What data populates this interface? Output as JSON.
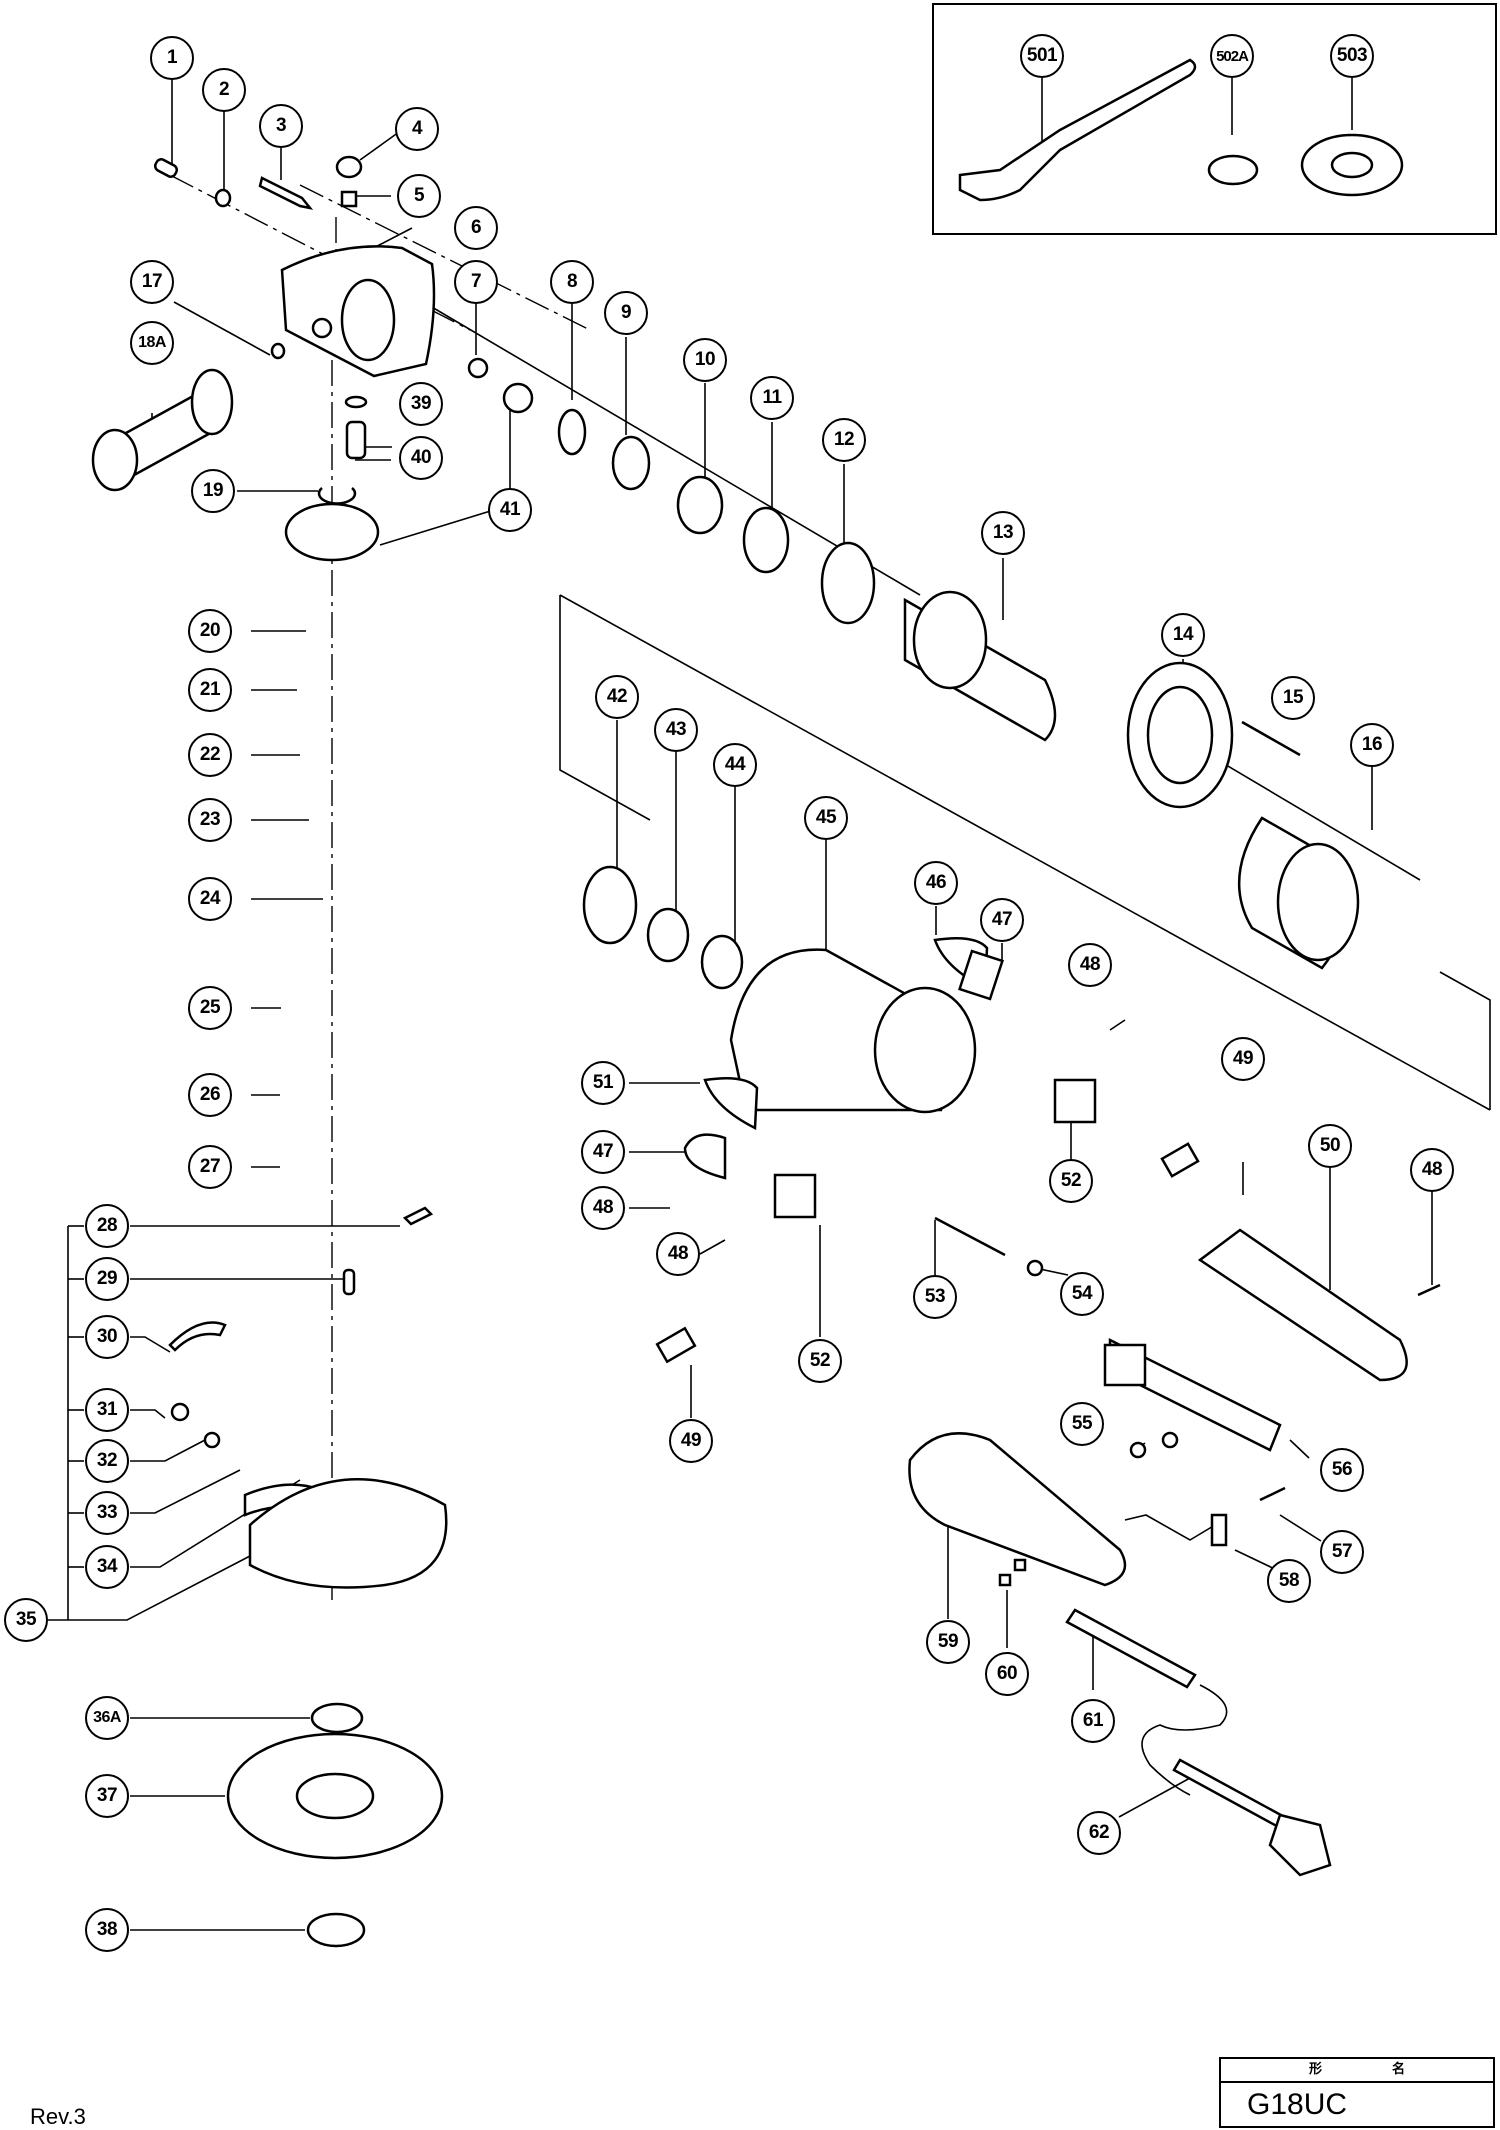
{
  "document": {
    "revision": "Rev.3",
    "model_header": [
      "形",
      "名"
    ],
    "model_name": "G18UC"
  },
  "accessories": [
    {
      "ref": "501",
      "part": "wrench"
    },
    {
      "ref": "502A",
      "part": "wheel-nut"
    },
    {
      "ref": "503",
      "part": "wheel-washer"
    }
  ],
  "callouts": [
    {
      "ref": "1"
    },
    {
      "ref": "2"
    },
    {
      "ref": "3"
    },
    {
      "ref": "4"
    },
    {
      "ref": "5"
    },
    {
      "ref": "6"
    },
    {
      "ref": "7"
    },
    {
      "ref": "8"
    },
    {
      "ref": "9"
    },
    {
      "ref": "10"
    },
    {
      "ref": "11"
    },
    {
      "ref": "12"
    },
    {
      "ref": "13"
    },
    {
      "ref": "14"
    },
    {
      "ref": "15"
    },
    {
      "ref": "16"
    },
    {
      "ref": "17"
    },
    {
      "ref": "18A"
    },
    {
      "ref": "19"
    },
    {
      "ref": "20"
    },
    {
      "ref": "21"
    },
    {
      "ref": "22"
    },
    {
      "ref": "23"
    },
    {
      "ref": "24"
    },
    {
      "ref": "25"
    },
    {
      "ref": "26"
    },
    {
      "ref": "27"
    },
    {
      "ref": "28"
    },
    {
      "ref": "29"
    },
    {
      "ref": "30"
    },
    {
      "ref": "31"
    },
    {
      "ref": "32"
    },
    {
      "ref": "33"
    },
    {
      "ref": "34"
    },
    {
      "ref": "35"
    },
    {
      "ref": "36A"
    },
    {
      "ref": "37"
    },
    {
      "ref": "38"
    },
    {
      "ref": "39"
    },
    {
      "ref": "40"
    },
    {
      "ref": "41"
    },
    {
      "ref": "42"
    },
    {
      "ref": "43"
    },
    {
      "ref": "44"
    },
    {
      "ref": "45"
    },
    {
      "ref": "46"
    },
    {
      "ref": "47"
    },
    {
      "ref": "47"
    },
    {
      "ref": "48"
    },
    {
      "ref": "48"
    },
    {
      "ref": "48"
    },
    {
      "ref": "48"
    },
    {
      "ref": "49"
    },
    {
      "ref": "49"
    },
    {
      "ref": "50"
    },
    {
      "ref": "51"
    },
    {
      "ref": "52"
    },
    {
      "ref": "52"
    },
    {
      "ref": "53"
    },
    {
      "ref": "54"
    },
    {
      "ref": "55"
    },
    {
      "ref": "56"
    },
    {
      "ref": "57"
    },
    {
      "ref": "58"
    },
    {
      "ref": "59"
    },
    {
      "ref": "60"
    },
    {
      "ref": "61"
    },
    {
      "ref": "62"
    }
  ]
}
